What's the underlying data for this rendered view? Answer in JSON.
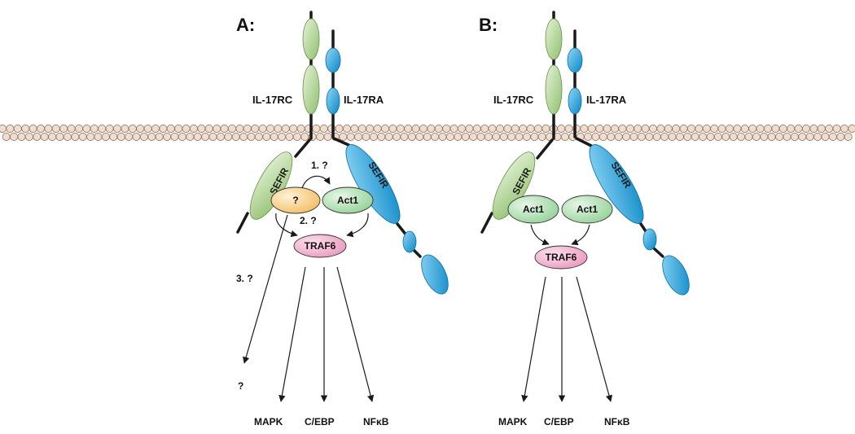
{
  "panels": [
    {
      "id": "A",
      "label": "A:",
      "receptor_left": "IL-17RC",
      "receptor_right": "IL-17RA",
      "sefir_left": "SEFIR",
      "sefir_right": "SEFIR",
      "unknown_node": "?",
      "act1": "Act1",
      "traf6": "TRAF6",
      "step1": "1. ?",
      "step2": "2. ?",
      "step3": "3. ?",
      "unknown_output": "?",
      "outputs": [
        "MAPK",
        "C/EBP",
        "NFκB"
      ]
    },
    {
      "id": "B",
      "label": "B:",
      "receptor_left": "IL-17RC",
      "receptor_right": "IL-17RA",
      "sefir_left": "SEFIR",
      "sefir_right": "SEFIR",
      "act1_left": "Act1",
      "act1_right": "Act1",
      "traf6": "TRAF6",
      "outputs": [
        "MAPK",
        "C/EBP",
        "NFκB"
      ]
    }
  ],
  "colors": {
    "il17rc": "#a9cf8c",
    "il17ra": "#2ea4db",
    "act1": "#a5d6a7",
    "unknown": "#f7c97a",
    "traf6": "#f0a3c4",
    "membrane": "#f3dccb"
  }
}
